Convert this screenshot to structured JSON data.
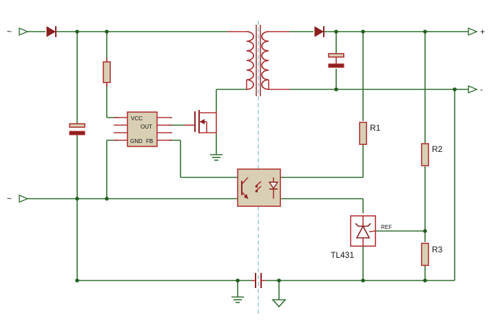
{
  "terminals": {
    "ac_in_top": "~",
    "ac_in_bottom": "~",
    "dc_out_pos": "+",
    "dc_out_neg": "-"
  },
  "ic": {
    "pin_vcc": "VCC",
    "pin_out": "OUT",
    "pin_gnd": "GND",
    "pin_fb": "FB"
  },
  "resistors": {
    "r1": "R1",
    "r2": "R2",
    "r3": "R3"
  },
  "shunt_regulator": {
    "name": "TL431",
    "pin_ref": "REF"
  },
  "colors": {
    "wire": "#2f6e2f",
    "component_outline": "#b03030",
    "component_fill": "#d9cfb4",
    "isolation_line": "#7fb8c9"
  }
}
